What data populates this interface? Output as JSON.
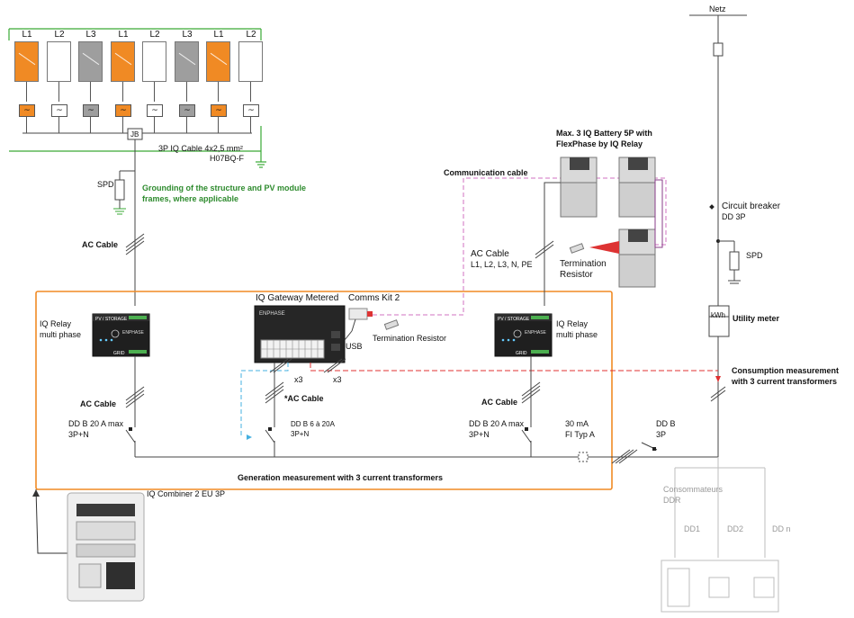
{
  "colors": {
    "orange": "#f08a24",
    "green": "#3aa935",
    "pink_dashed": "#d070c0",
    "red_dashed": "#e03030",
    "blue_dashed": "#45b0e0",
    "grey_circuit": "#bdbdbd",
    "line": "#444444"
  },
  "pv_panels": [
    {
      "phase": "L1",
      "color": "orange"
    },
    {
      "phase": "L2",
      "color": "white"
    },
    {
      "phase": "L3",
      "color": "grey"
    },
    {
      "phase": "L1",
      "color": "orange"
    },
    {
      "phase": "L2",
      "color": "white"
    },
    {
      "phase": "L3",
      "color": "grey"
    },
    {
      "phase": "L1",
      "color": "orange"
    },
    {
      "phase": "L2",
      "color": "white"
    }
  ],
  "labels": {
    "jb": "JB",
    "cable_spec_1": "3P IQ Cable 4x2,5 mm²",
    "cable_spec_2": "H07BQ-F",
    "spd_left": "SPD",
    "grounding_1": "Grounding of the structure and PV module",
    "grounding_2": "frames, where applicable",
    "ac_cable_top": "AC Cable",
    "communication_cable": "Communication cable",
    "battery_title_1": "Max. 3 IQ Battery 5P with",
    "battery_title_2": "FlexPhase by IQ Relay",
    "ac_cable_battery_1": "AC Cable",
    "ac_cable_battery_2": "L1, L2, L3, N, PE",
    "termination_resistor_battery_1": "Termination",
    "termination_resistor_battery_2": "Resistor",
    "netz": "Netz",
    "circuit_breaker_1": "Circuit breaker",
    "circuit_breaker_2": "DD 3P",
    "spd_right": "SPD",
    "kwh": "kWh",
    "utility_meter": "Utility meter",
    "consumption_1": "Consumption measurement",
    "consumption_2": "with 3 current transformers",
    "gateway_title": "IQ Gateway Metered",
    "comms_kit": "Comms Kit 2",
    "usb": "USB",
    "termination_resistor_gw": "Termination Resistor",
    "relay_left_1": "IQ Relay",
    "relay_left_2": "multi phase",
    "relay_right_1": "IQ Relay",
    "relay_right_2": "multi phase",
    "relay_header": "PV / STORAGE",
    "relay_grid": "GRID",
    "enphase": "ENPHASE",
    "x3_a": "x3",
    "x3_b": "x3",
    "ac_cable_left": "AC Cable",
    "ac_cable_mid": "*AC Cable",
    "ac_cable_right": "AC Cable",
    "dd_left_1": "DD B 20 A max",
    "dd_left_2": "3P+N",
    "dd_mid_1": "DD B 6 à 20A",
    "dd_mid_2": "3P+N",
    "dd_right_1": "DD B 20 A max",
    "dd_right_2": "3P+N",
    "fi_1": "30 mA",
    "fi_2": "FI Typ A",
    "ddb_1": "DD B",
    "ddb_2": "3P",
    "generation_measurement": "Generation measurement with 3 current transformers",
    "combiner": "IQ Combiner 2 EU 3P",
    "consommateurs_1": "Consommateurs",
    "consommateurs_2": "DDR",
    "dd1": "DD1",
    "dd2": "DD2",
    "ddn": "DD n",
    "inverter_symbol": "~"
  }
}
